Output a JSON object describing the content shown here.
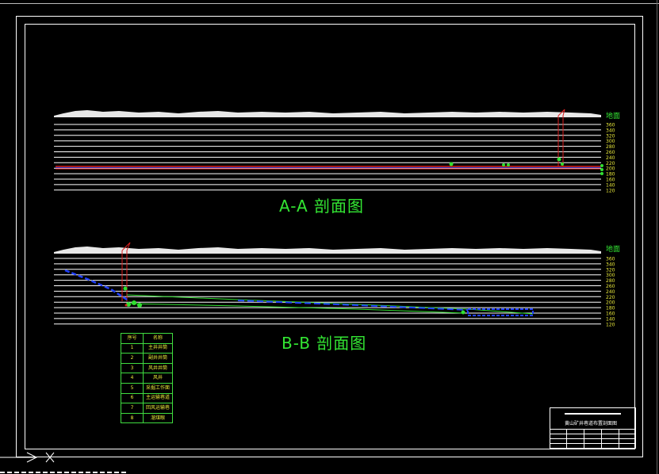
{
  "drawing": {
    "colors": {
      "background": "#000000",
      "frame": "#ffffff",
      "level_line": "#ffffff",
      "label": "#33e633",
      "elevation": "#e8e83a",
      "red_line": "#e02020",
      "blue_line": "#2040ff",
      "green_line": "#30e030"
    },
    "section_aa": {
      "caption": "A-A 剖面图",
      "surface_label": "地面",
      "elevations": [
        "360",
        "340",
        "320",
        "300",
        "280",
        "260",
        "240",
        "220",
        "200",
        "180",
        "160",
        "140",
        "120"
      ]
    },
    "section_bb": {
      "caption": "B-B 剖面图",
      "surface_label": "地面",
      "elevations": [
        "360",
        "340",
        "320",
        "300",
        "280",
        "260",
        "240",
        "220",
        "200",
        "180",
        "160",
        "140",
        "120"
      ]
    },
    "legend": {
      "headers": [
        "序号",
        "名称"
      ],
      "rows": [
        [
          "1",
          "主井井筒"
        ],
        [
          "2",
          "副井井筒"
        ],
        [
          "3",
          "风井井筒"
        ],
        [
          "4",
          "风井"
        ],
        [
          "5",
          "采掘工作面"
        ],
        [
          "6",
          "主运输巷道"
        ],
        [
          "7",
          "回风运输巷"
        ],
        [
          "8",
          "溜煤眼"
        ]
      ]
    },
    "title_block": {
      "title": "黄山矿井巷道布置剖面图"
    }
  }
}
